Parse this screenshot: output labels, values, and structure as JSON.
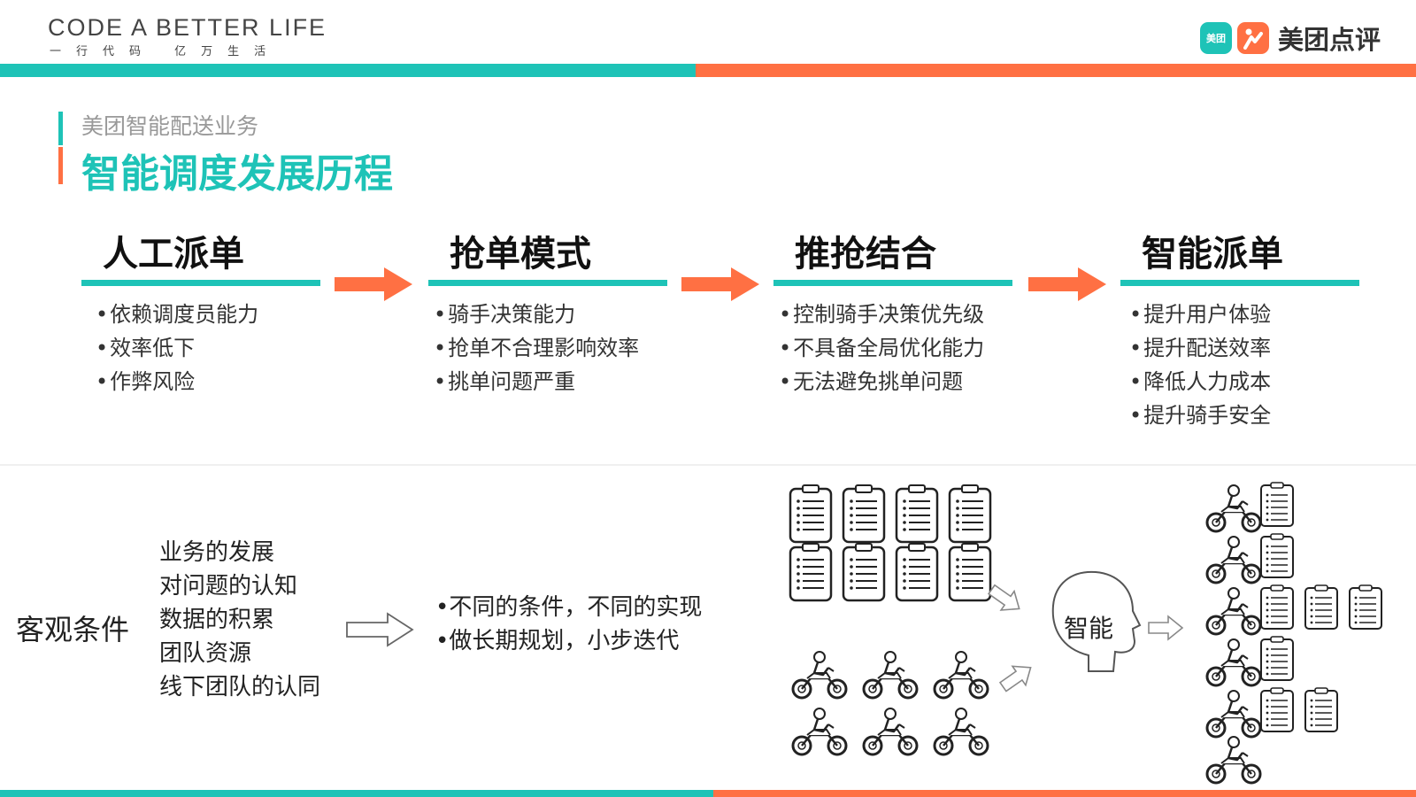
{
  "header": {
    "brand_line1": "CODE A BETTER LIFE",
    "brand_line2": "一行代码 亿万生活",
    "logo_mark_left": "美团",
    "logo_text": "美团点评"
  },
  "colors": {
    "teal": "#1ec3b7",
    "orange": "#ff7043",
    "text_dark": "#222222",
    "text_gray": "#999999"
  },
  "title": {
    "subtitle": "美团智能配送业务",
    "main": "智能调度发展历程"
  },
  "stages": [
    {
      "title": "人工派单",
      "bullets": [
        "依赖调度员能力",
        "效率低下",
        "作弊风险"
      ]
    },
    {
      "title": "抢单模式",
      "bullets": [
        "骑手决策能力",
        "抢单不合理影响效率",
        "挑单问题严重"
      ]
    },
    {
      "title": "推抢结合",
      "bullets": [
        "控制骑手决策优先级",
        "不具备全局优化能力",
        "无法避免挑单问题"
      ]
    },
    {
      "title": "智能派单",
      "bullets": [
        "提升用户体验",
        "提升配送效率",
        "降低人力成本",
        "提升骑手安全"
      ]
    }
  ],
  "conditions": {
    "label": "客观条件",
    "items": [
      "业务的发展",
      "对问题的认知",
      "数据的积累",
      "团队资源",
      "线下团队的认同"
    ]
  },
  "results": [
    "不同的条件，不同的实现",
    "做长期规划，小步迭代"
  ],
  "diagram": {
    "brain_label": "智能",
    "icons": {
      "order": "clipboard-icon",
      "rider": "motorcycle-rider-icon",
      "brain": "head-icon"
    }
  }
}
